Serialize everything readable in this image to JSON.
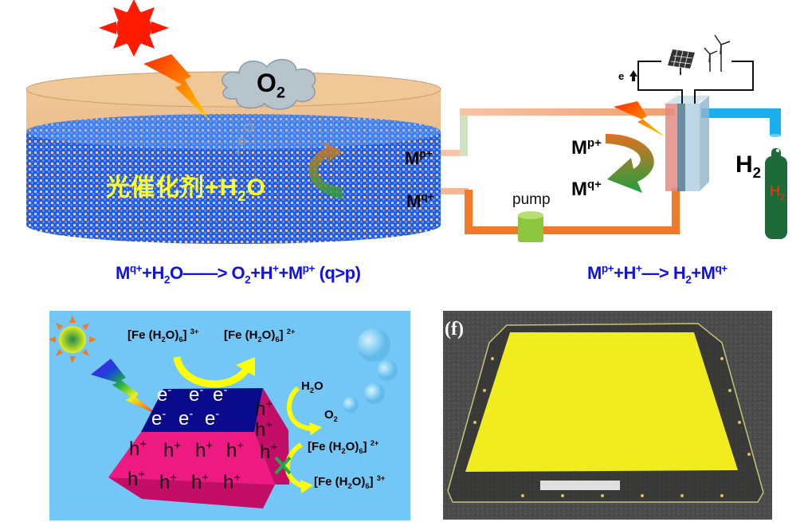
{
  "top_diagram": {
    "tank_label_cn": "光催化剂+",
    "tank_label_h2o": {
      "base": "H",
      "sub": "2",
      "tail": "O"
    },
    "cloud_label": {
      "base": "O",
      "sub": "2"
    },
    "ion_mp_in_tank": {
      "base": "M",
      "sup": "p+"
    },
    "ion_mq_in_tank": {
      "base": "M",
      "sup": "q+"
    },
    "ion_mp_loop": {
      "base": "M",
      "sup": "p+"
    },
    "ion_mq_loop": {
      "base": "M",
      "sup": "q+"
    },
    "pump_label": "pump",
    "electron_label": "e",
    "h2_label": {
      "base": "H",
      "sub": "2"
    },
    "cylinder_label": {
      "base": "H",
      "sub": "2"
    },
    "equation_left": {
      "reactant": {
        "base": "M",
        "sup": "q+"
      },
      "plus_water": "+H",
      "water_sub": "2",
      "water_tail": "O",
      "product_o2": "O",
      "product_o2_sub": "2",
      "product_rest": "+H",
      "proton_sup": "+",
      "plus_m": "+M",
      "product_m_sup": "p+",
      "condition": "(q>p)"
    },
    "equation_right": {
      "reactant": "M",
      "reactant_sup": "p+",
      "plus_h": "+H",
      "h_sup": "+",
      "product_h2": "H",
      "product_h2_sub": "2",
      "plus_m": "+M",
      "product_m_sup": "q+"
    },
    "colors": {
      "sun": "#ff1a00",
      "equation_blue": "#1010e8",
      "tank_water": "#1a5ff0",
      "tank_top": "#e8b47a",
      "pipe_orange": "#f07a2a",
      "pipe_blue": "#1ab0ee",
      "pump": "#8cc63f",
      "cylinder": "#1e6b3a",
      "tank_label": "#ffff22"
    }
  },
  "bottom_left_panel": {
    "fe3_top": {
      "prefix": "[Fe (H",
      "sub": "2",
      "mid": "O)",
      "sub2": "6",
      "close": "]",
      "sup": "3+"
    },
    "fe2_top": {
      "prefix": "[Fe (H",
      "sub": "2",
      "mid": "O)",
      "sub2": "6",
      "close": "]",
      "sup": "2+"
    },
    "water": {
      "base": "H",
      "sub": "2",
      "tail": "O"
    },
    "oxygen": {
      "base": "O",
      "sub": "2"
    },
    "fe2_side": {
      "prefix": "[Fe (H",
      "sub": "2",
      "mid": "O)",
      "sub2": "6",
      "close": "]",
      "sup": "2+"
    },
    "fe3_side": {
      "prefix": "[Fe (H",
      "sub": "2",
      "mid": "O)",
      "sub2": "6",
      "close": "]",
      "sup": "3+"
    },
    "electron_symbol": "e",
    "electron_sup": "-",
    "hole_symbol": "h",
    "hole_sup": "+",
    "electron_count_top_face": 6,
    "hole_count_front_face": 8,
    "hole_count_side_face": 3,
    "colors": {
      "background": "#73c7f7",
      "crystal_top": "#0a0a8c",
      "crystal_front": "#ee1a82",
      "crystal_side": "#c20e66",
      "arrow": "#ffff00",
      "blocked_mark": "#1faa4a"
    }
  },
  "bottom_right_photo": {
    "panel_label": "(f)",
    "colors": {
      "floor": "#4a4a4a",
      "sheet": "#f0ec1e",
      "frame": "#c9c27a"
    }
  }
}
